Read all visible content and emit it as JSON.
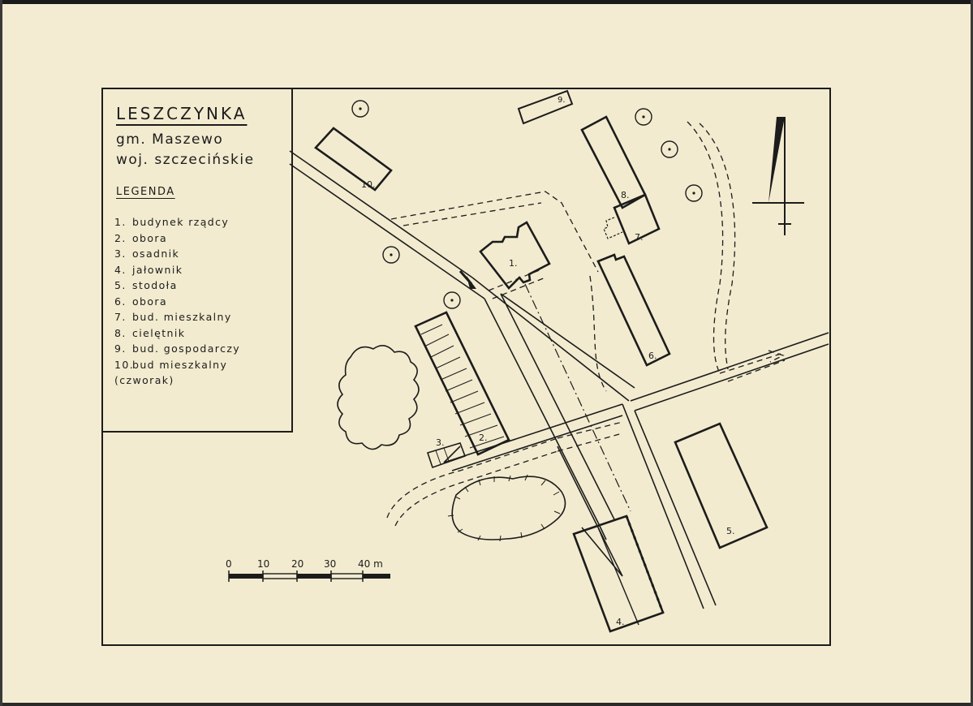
{
  "map": {
    "place_name": "LESZCZYNKA",
    "gmina": "gm. Maszewo",
    "voivodeship": "woj. szczecińskie",
    "legend_title": "LEGENDA",
    "legend_items": [
      {
        "num": "1.",
        "label": "budynek rządcy"
      },
      {
        "num": "2.",
        "label": "obora"
      },
      {
        "num": "3.",
        "label": "osadnik"
      },
      {
        "num": "4.",
        "label": "jałownik"
      },
      {
        "num": "5.",
        "label": "stodoła"
      },
      {
        "num": "6.",
        "label": "obora"
      },
      {
        "num": "7.",
        "label": "bud. mieszkalny"
      },
      {
        "num": "8.",
        "label": "cielętnik"
      },
      {
        "num": "9.",
        "label": "bud. gospodarczy"
      },
      {
        "num": "10.",
        "label": "bud mieszkalny",
        "label2": "(czworak)"
      }
    ],
    "building_labels": [
      "1.",
      "2.",
      "3.",
      "4.",
      "5.",
      "6.",
      "7.",
      "8.",
      "9.",
      "10."
    ],
    "scale": {
      "ticks": [
        "0",
        "10",
        "20",
        "30",
        "40 m"
      ]
    },
    "north_arrow_icon": "north-arrow-icon",
    "colors": {
      "paper": "#f3ecd2",
      "ink": "#1c1c1c"
    }
  }
}
